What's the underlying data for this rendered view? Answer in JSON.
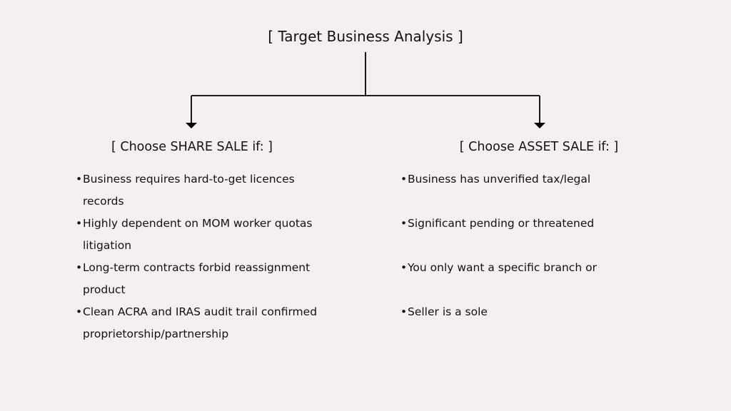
{
  "root": {
    "title": "[ Target Business Analysis ]"
  },
  "branches": [
    {
      "title": "[ Choose SHARE SALE if: ]",
      "items": [
        {
          "line1": "Business requires hard-to-get licences",
          "line2": "records"
        },
        {
          "line1": "Highly dependent on MOM worker quotas",
          "line2": "litigation"
        },
        {
          "line1": "Long-term contracts forbid reassignment",
          "line2": "product"
        },
        {
          "line1": "Clean ACRA and IRAS audit trail confirmed",
          "line2": "proprietorship/partnership"
        }
      ]
    },
    {
      "title": "[ Choose ASSET SALE if: ]",
      "items": [
        {
          "line1": "Business has unverified tax/legal",
          "line2": ""
        },
        {
          "line1": "Significant pending or threatened",
          "line2": ""
        },
        {
          "line1": "You only want a specific branch or",
          "line2": ""
        },
        {
          "line1": "Seller is a sole",
          "line2": ""
        }
      ]
    }
  ],
  "colors": {
    "background": "#f5eff4",
    "line": "#000000",
    "text": "#111111"
  }
}
